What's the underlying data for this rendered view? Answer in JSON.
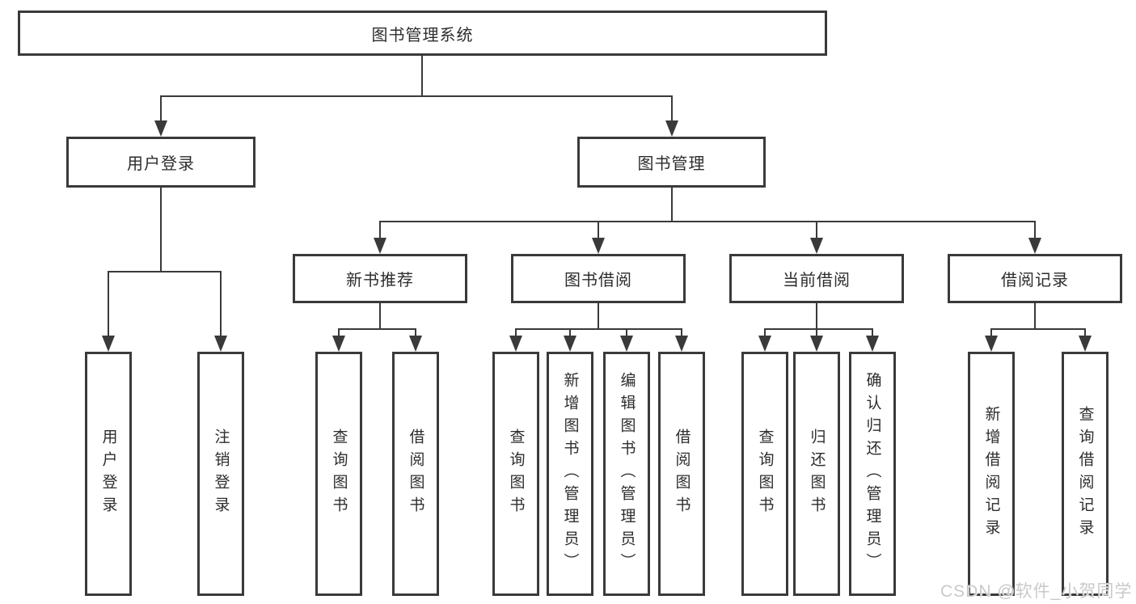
{
  "diagram": {
    "root": {
      "label": "图书管理系统"
    },
    "level2": [
      {
        "label": "用户登录"
      },
      {
        "label": "图书管理"
      }
    ],
    "level3": [
      {
        "label": "新书推荐"
      },
      {
        "label": "图书借阅"
      },
      {
        "label": "当前借阅"
      },
      {
        "label": "借阅记录"
      }
    ],
    "leaves": {
      "user_login": [
        "用户登录",
        "注销登录"
      ],
      "new_books": [
        "查询图书",
        "借阅图书"
      ],
      "book_borrow": [
        "查询图书",
        "新增图书（管理员）",
        "编辑图书（管理员）",
        "借阅图书"
      ],
      "current_borrow": [
        "查询图书",
        "归还图书",
        "确认归还（管理员）"
      ],
      "borrow_records": [
        "新增借阅记录",
        "查询借阅记录"
      ]
    }
  },
  "watermark": {
    "text": "CSDN @软件_小贺同学"
  },
  "colors": {
    "line": "#3a3a3a",
    "text": "#2d2d2d",
    "background": "#ffffff",
    "watermark": "#c9c9c9"
  }
}
